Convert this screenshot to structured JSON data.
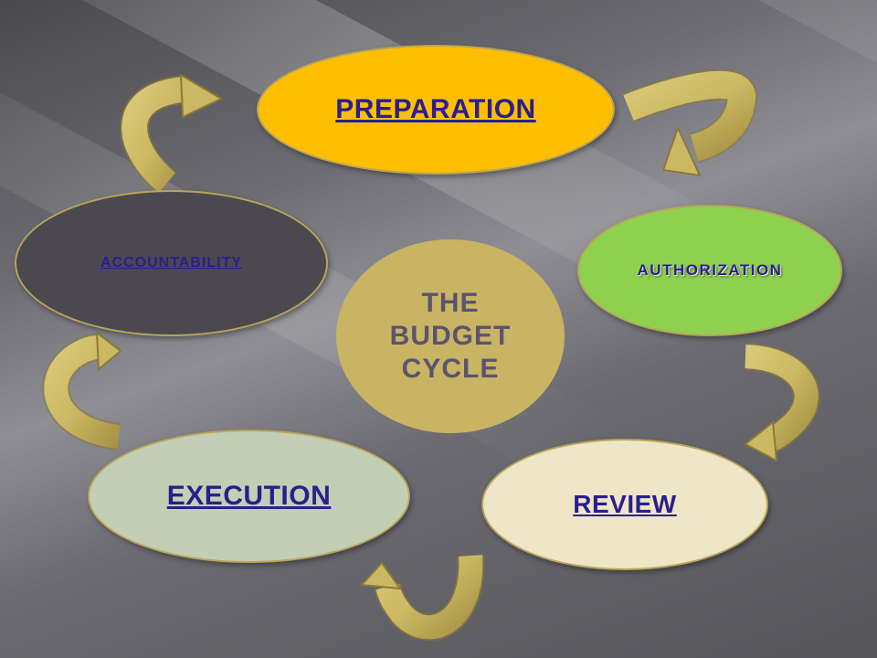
{
  "colors": {
    "preparation": "#ffbf00",
    "authorization": "#8fd14f",
    "review": "#eee6c6",
    "execution": "#c3cfb4",
    "accountability": "#4b4850",
    "center": "#c9b464",
    "arrow": "#cbb862",
    "label": "#2a1f8c",
    "center_text": "#5a5470"
  },
  "center": {
    "lines": [
      "THE",
      "BUDGET",
      "CYCLE"
    ]
  },
  "nodes": {
    "preparation": {
      "label": "PREPARATION"
    },
    "authorization": {
      "label": "AUTHORIZATION"
    },
    "review": {
      "label": "REVIEW"
    },
    "execution": {
      "label": "EXECUTION"
    },
    "accountability": {
      "label": "ACCOUNTABILITY"
    }
  }
}
